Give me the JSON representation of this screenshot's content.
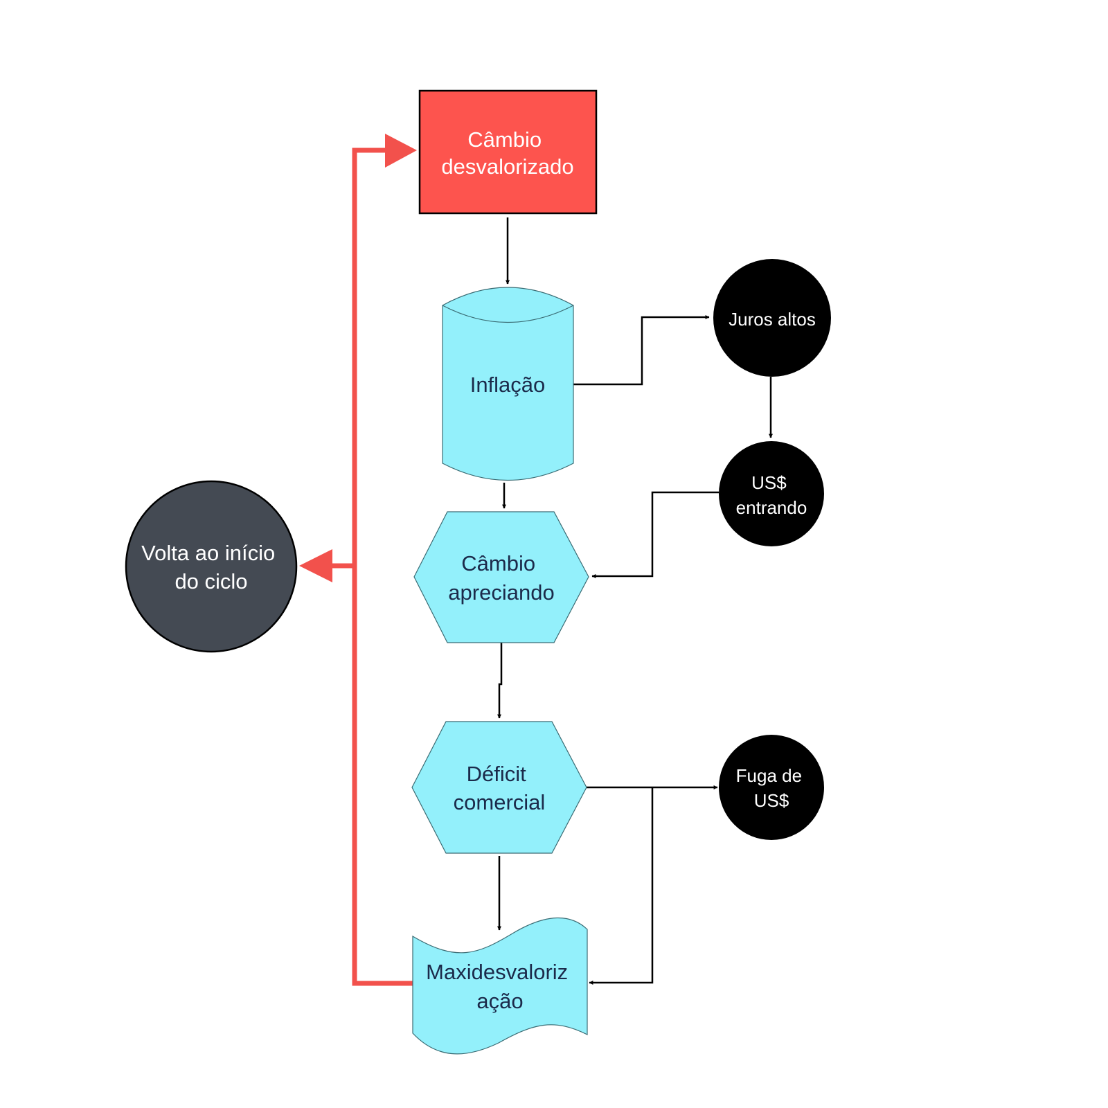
{
  "nodes": {
    "cambio_desvalorizado": {
      "lines": [
        "Câmbio",
        "desvalorizado"
      ],
      "fill": "#fd544e"
    },
    "inflacao": {
      "lines": [
        "Inflação"
      ],
      "fill": "#93f0fb"
    },
    "cambio_apreciando": {
      "lines": [
        "Câmbio",
        "apreciando"
      ],
      "fill": "#93f0fb"
    },
    "deficit_comercial": {
      "lines": [
        "Déficit",
        "comercial"
      ],
      "fill": "#93f0fb"
    },
    "maxidesvalorizacao": {
      "lines": [
        "Maxidesvaloriz",
        "ação"
      ],
      "fill": "#93f0fb"
    },
    "juros_altos": {
      "lines": [
        "Juros altos"
      ],
      "fill": "#000000"
    },
    "usd_entrando": {
      "lines": [
        "US$",
        "entrando"
      ],
      "fill": "#000000"
    },
    "fuga_usd": {
      "lines": [
        "Fuga de",
        "US$"
      ],
      "fill": "#000000"
    },
    "volta_inicio": {
      "lines": [
        "Volta ao início",
        "do ciclo"
      ],
      "fill": "#444a53"
    }
  },
  "colors": {
    "connector": "#000000",
    "feedback_connector": "#f2514c"
  }
}
